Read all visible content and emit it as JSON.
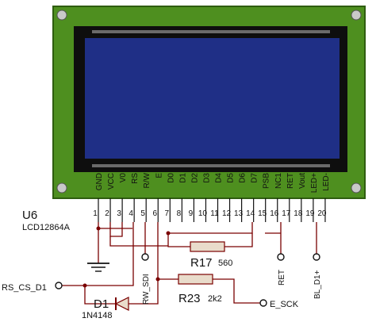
{
  "component": {
    "ref": "U6",
    "part": "LCD12864A",
    "pin_names": [
      "GND",
      "VCC",
      "V0",
      "RS",
      "R/W",
      "E",
      "D0",
      "D1",
      "D2",
      "D3",
      "D4",
      "D5",
      "D6",
      "D7",
      "PSB",
      "NC1",
      "RET",
      "Vout",
      "LED+",
      "LED-"
    ],
    "pin_numbers": [
      "1",
      "2",
      "3",
      "4",
      "5",
      "6",
      "7",
      "8",
      "9",
      "10",
      "11",
      "12",
      "13",
      "14",
      "15",
      "16",
      "17",
      "18",
      "19",
      "20"
    ]
  },
  "resistors": [
    {
      "ref": "R17",
      "value": "560"
    },
    {
      "ref": "R23",
      "value": "2k2"
    }
  ],
  "diode": {
    "ref": "D1",
    "part": "1N4148"
  },
  "nets": {
    "rs_cs": "RS_CS_D1",
    "rw_sdi": "RW_SDI",
    "ret": "RET",
    "bl": "BL_D1+",
    "e_sck": "E_SCK"
  },
  "colors": {
    "pcb": "#4e8f1f",
    "pcb_edge": "#2f5d10",
    "bezel": "#0e0e0e",
    "screen": "#1f2f86",
    "wire": "#7a0000",
    "resistor_body": "#e9dccb",
    "hole": "#c9c9c9"
  }
}
